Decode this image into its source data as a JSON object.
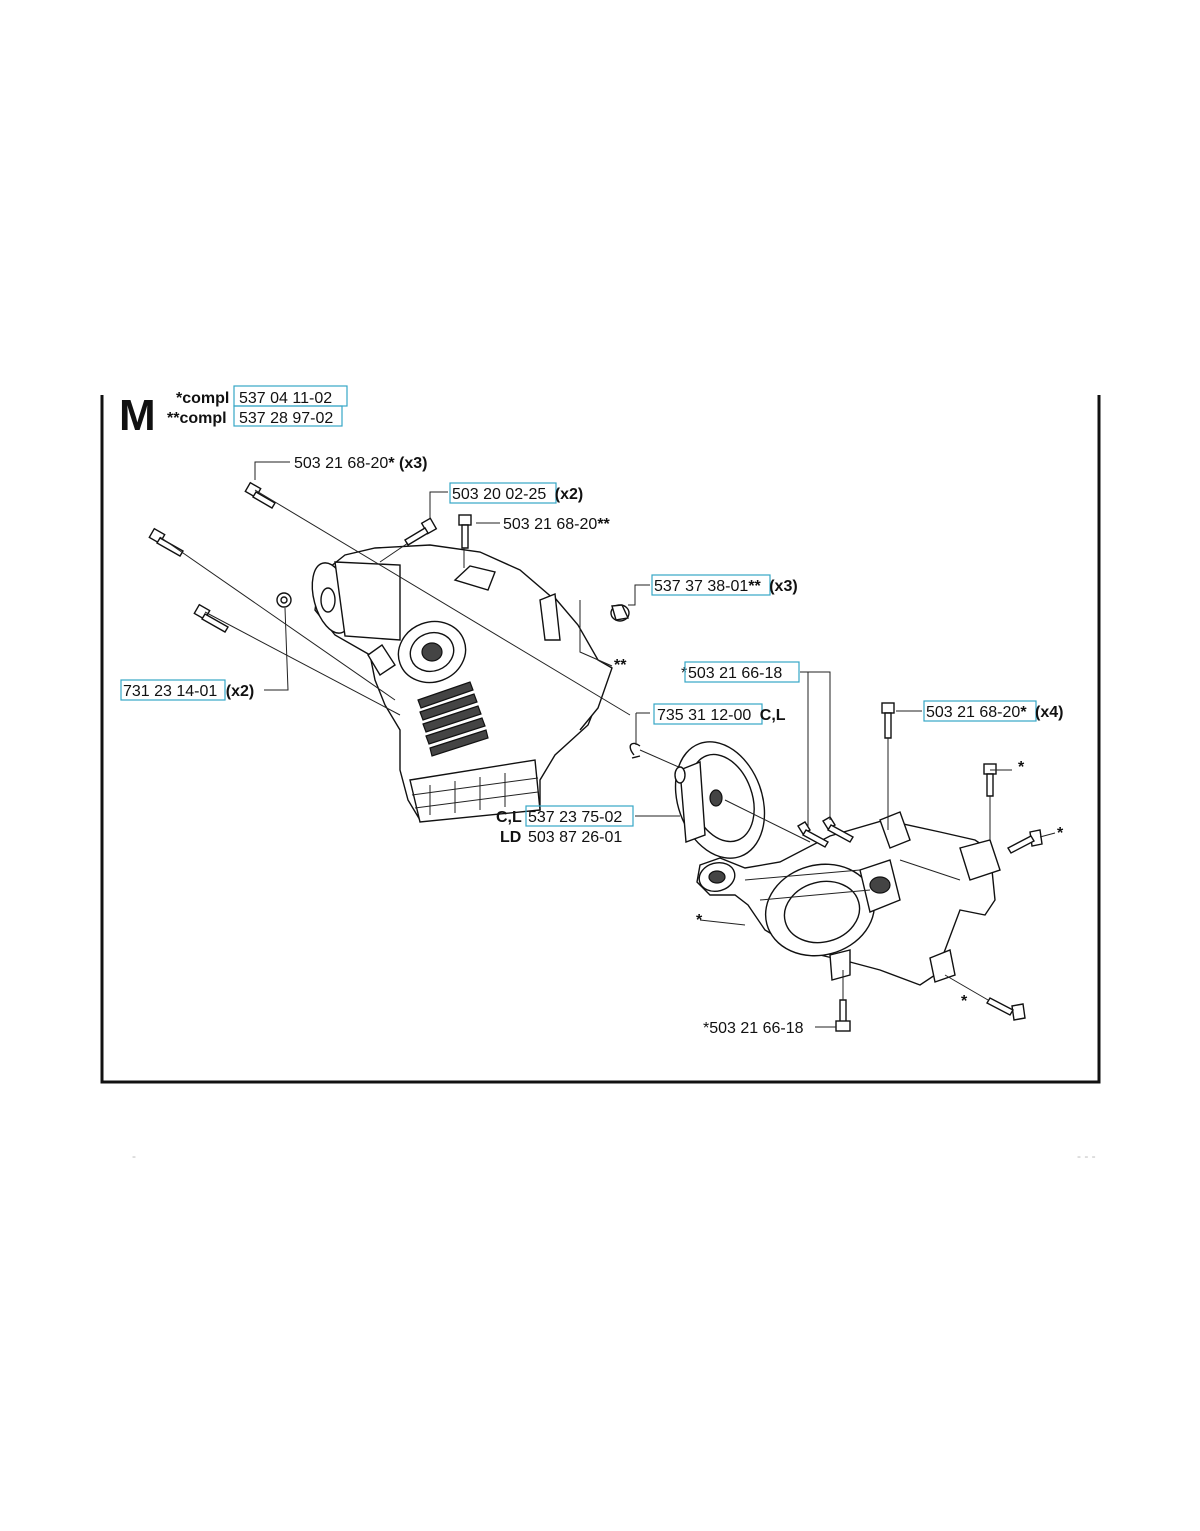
{
  "section_letter": "M",
  "header": {
    "line1_prefix": "*compl",
    "line1_part": "537 04 11-02",
    "line2_prefix": "**compl",
    "line2_part": "537 28 97-02"
  },
  "callouts": [
    {
      "id": "screw-top",
      "part": "503 21 68-20",
      "suffix": "*",
      "qty": "(x3)",
      "linked": false
    },
    {
      "id": "screw-x2",
      "part": "503 20 02-25",
      "suffix": "",
      "qty": "(x2)",
      "linked": true
    },
    {
      "id": "screw-star2",
      "part": "503 21 68-20",
      "suffix": "**",
      "qty": "",
      "linked": false
    },
    {
      "id": "plug-x3",
      "part": "537 37 38-01",
      "suffix": "**",
      "qty": "(x3)",
      "linked": true
    },
    {
      "id": "nut-x2",
      "part": "731 23 14-01",
      "suffix": "",
      "qty": "(x2)",
      "linked": true
    },
    {
      "id": "screw-mid",
      "prefix": "*",
      "part": "503 21 66-18",
      "linked": true
    },
    {
      "id": "screw-x4",
      "part": "503 21 68-20",
      "suffix": "*",
      "qty": "(x4)",
      "linked": true
    },
    {
      "id": "circlip",
      "part": "735 31 12-00",
      "suffix": "",
      "qty": "C,L",
      "linked": true
    },
    {
      "id": "drum-cl",
      "prefix": "C,L",
      "part": "537 23 75-02",
      "linked": true
    },
    {
      "id": "drum-ld",
      "prefix": "LD",
      "part": "503 87 26-01",
      "linked": false
    },
    {
      "id": "screw-bottom",
      "prefix": "*",
      "part": "503 21 66-18",
      "linked": false
    }
  ],
  "markers": {
    "double_star": "**",
    "single_star": "*"
  },
  "footer": {
    "left": "-",
    "right": "- - -"
  }
}
